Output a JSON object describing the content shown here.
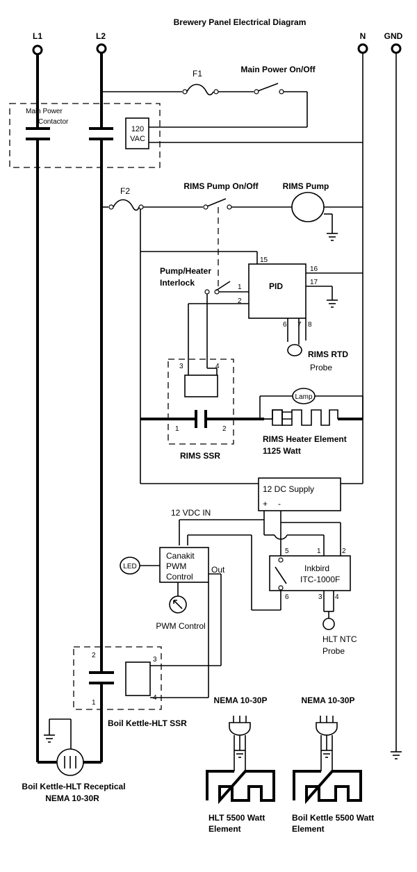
{
  "title": "Brewery Panel Electrical Diagram",
  "rails": {
    "l1": "L1",
    "l2": "L2",
    "n": "N",
    "gnd": "GND"
  },
  "main_power": {
    "fuse": "F1",
    "switch": "Main Power On/Off",
    "contactor_line1": "Main Power",
    "contactor_line2": "Contactor",
    "coil_line1": "120",
    "coil_line2": "VAC"
  },
  "rims": {
    "fuse": "F2",
    "pump_switch": "RIMS Pump On/Off",
    "pump": "RIMS Pump",
    "interlock_line1": "Pump/Heater",
    "interlock_line2": "Interlock",
    "pid": "PID",
    "pid_pins": {
      "p15": "15",
      "p16": "16",
      "p17": "17",
      "p1": "1",
      "p2": "2",
      "p6": "6",
      "p7": "7",
      "p8": "8"
    },
    "rtd_line1": "RIMS RTD",
    "rtd_line2": "Probe",
    "ssr_pins": {
      "p3": "3",
      "p4": "4",
      "p1": "1",
      "p2": "2"
    },
    "ssr": "RIMS SSR",
    "lamp": "Lamp",
    "heater_line1": "RIMS Heater Element",
    "heater_line2": "1125 Watt"
  },
  "dc": {
    "supply": "12 DC Supply",
    "plus": "+",
    "minus": "-",
    "vdc_in": "12 VDC IN"
  },
  "pwm": {
    "led": "LED",
    "line1": "Canakit",
    "line2": "PWM",
    "line3": "Control",
    "out": "Out",
    "control": "PWM Control"
  },
  "inkbird": {
    "line1": "Inkbird",
    "line2": "ITC-1000F",
    "pins": {
      "p5": "5",
      "p1": "1",
      "p2": "2",
      "p6": "6",
      "p3": "3",
      "p4": "4"
    },
    "probe_line1": "HLT NTC",
    "probe_line2": "Probe"
  },
  "boil_ssr": {
    "label": "Boil Kettle-HLT SSR",
    "pins": {
      "p2": "2",
      "p1": "1",
      "p3": "3",
      "p4": "4"
    }
  },
  "receptacle": {
    "line1": "Boil Kettle-HLT Receptical",
    "line2": "NEMA 10-30R"
  },
  "plugs": [
    {
      "plug": "NEMA 10-30P",
      "element_line1": "HLT 5500 Watt",
      "element_line2": "Element"
    },
    {
      "plug": "NEMA 10-30P",
      "element_line1": "Boil Kettle 5500 Watt",
      "element_line2": "Element"
    }
  ]
}
